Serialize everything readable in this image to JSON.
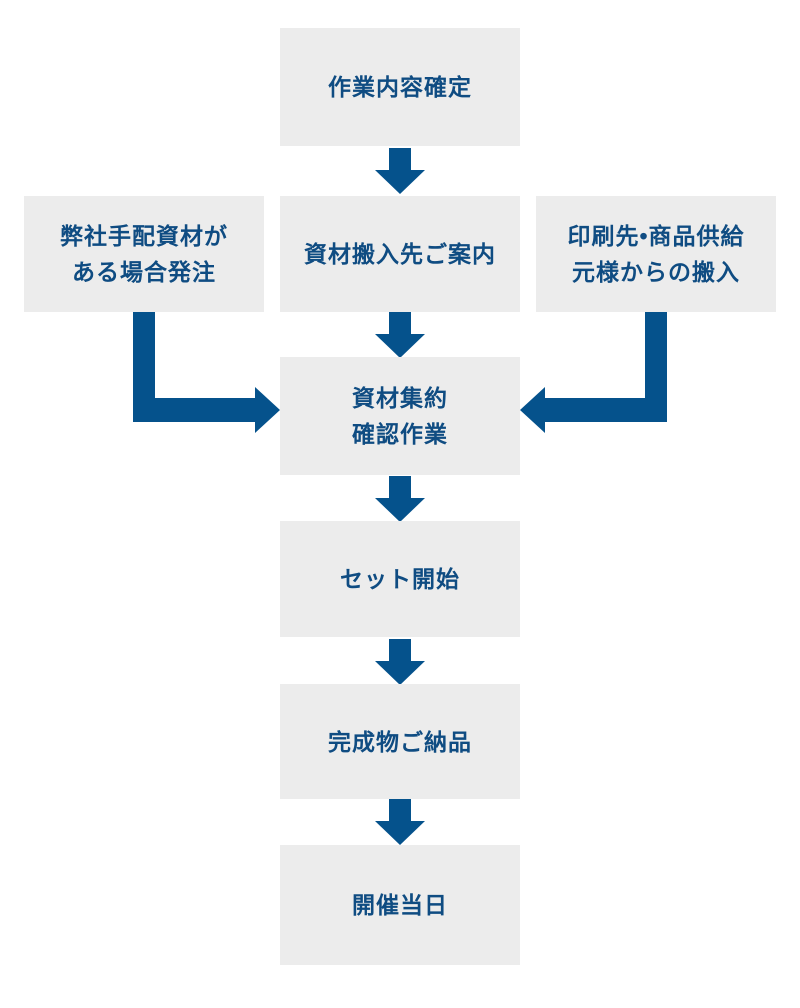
{
  "diagram": {
    "type": "flowchart",
    "nodes": {
      "step1": {
        "label": "作業内容確定"
      },
      "branch_left": {
        "lines": [
          "弊社手配資材が",
          "ある場合発注"
        ]
      },
      "step2": {
        "label": "資材搬入先ご案内"
      },
      "branch_right": {
        "lines": [
          "印刷先•商品供給",
          "元様からの搬入"
        ]
      },
      "hub": {
        "lines": [
          "資材集約",
          "確認作業"
        ]
      },
      "step4": {
        "label": "セット開始"
      },
      "step5": {
        "label": "完成物ご納品"
      },
      "step6": {
        "label": "開催当日"
      }
    },
    "edges": [
      {
        "from": "step1",
        "to": "step2",
        "style": "arrow-down"
      },
      {
        "from": "step2",
        "to": "hub",
        "style": "arrow-down"
      },
      {
        "from": "branch_left",
        "to": "hub",
        "style": "elbow-down-right"
      },
      {
        "from": "branch_right",
        "to": "hub",
        "style": "elbow-down-left"
      },
      {
        "from": "hub",
        "to": "step4",
        "style": "arrow-down"
      },
      {
        "from": "step4",
        "to": "step5",
        "style": "arrow-down"
      },
      {
        "from": "step5",
        "to": "step6",
        "style": "arrow-down"
      }
    ]
  },
  "colors": {
    "page_bg": "#ffffff",
    "box_bg": "#ececec",
    "text": "#0f4c82",
    "arrow": "#05528c"
  }
}
